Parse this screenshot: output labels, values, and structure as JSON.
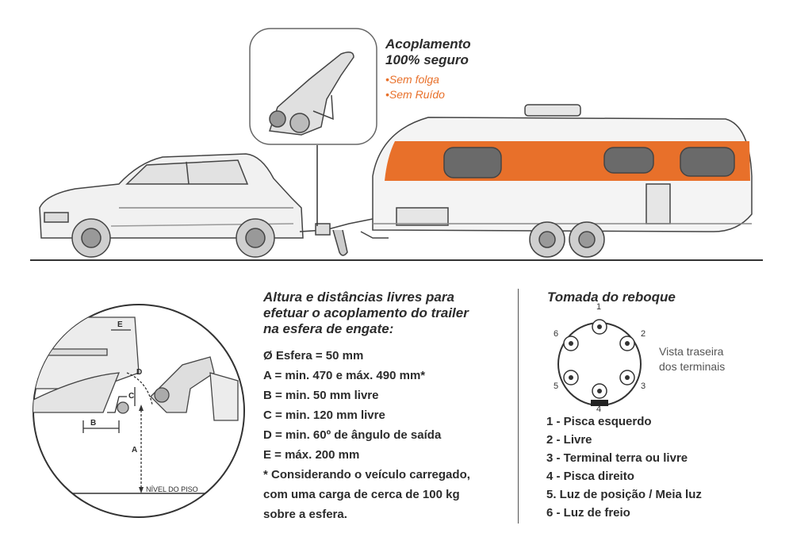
{
  "coupling": {
    "title_line1": "Acoplamento",
    "title_line2": "100% seguro",
    "bullet1": "•Sem folga",
    "bullet2": "•Sem Ruído"
  },
  "clearance": {
    "title_line1": "Altura e distâncias livres para",
    "title_line2": "efetuar o acoplamento do trailer",
    "title_line3": "na esfera de engate:",
    "specs": [
      "Ø Esfera = 50 mm",
      "A = min. 470 e máx. 490 mm*",
      "B = min. 50 mm livre",
      "C = min. 120 mm livre",
      "D = min. 60º de ângulo de saída",
      "E = máx. 200 mm",
      "* Considerando o veículo carregado,",
      "com uma carga de cerca de 100 kg",
      "sobre a esfera."
    ],
    "diagram_labels": {
      "a": "A",
      "b": "B",
      "c": "C",
      "d": "D",
      "e": "E",
      "floor": "NÍVEL DO PISO"
    }
  },
  "socket": {
    "title": "Tomada do reboque",
    "view_note_line1": "Vista traseira",
    "view_note_line2": "dos terminais",
    "pin_numbers": [
      "1",
      "2",
      "3",
      "4",
      "5",
      "6"
    ],
    "pins": [
      "1 - Pisca esquerdo",
      "2 - Livre",
      "3 - Terminal terra ou livre",
      "4 - Pisca direito",
      "5. Luz de posição / Meia luz",
      "6 - Luz de freio"
    ]
  },
  "colors": {
    "accent_orange": "#e8702a",
    "ink": "#2b2b2b"
  }
}
